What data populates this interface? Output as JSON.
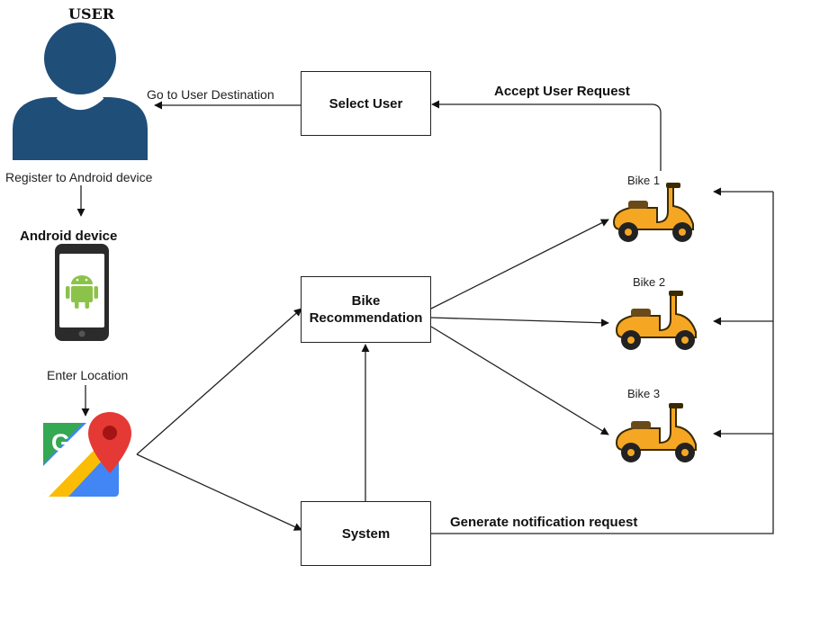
{
  "user": {
    "title": "USER",
    "icon": "user-avatar-icon",
    "color": "#1f4e79"
  },
  "labels": {
    "go_to_destination": "Go to User Destination",
    "register": "Register to Android device",
    "android_device": "Android device",
    "enter_location": "Enter Location",
    "accept_request": "Accept User Request",
    "generate_notification": "Generate notification request"
  },
  "boxes": {
    "select_user": "Select User",
    "bike_recommendation_line1": "Bike",
    "bike_recommendation_line2": "Recommendation",
    "system": "System"
  },
  "bikes": [
    {
      "label": "Bike 1",
      "icon": "scooter-icon"
    },
    {
      "label": "Bike 2",
      "icon": "scooter-icon"
    },
    {
      "label": "Bike 3",
      "icon": "scooter-icon"
    }
  ],
  "icons": {
    "phone": "android-phone-icon",
    "maps": "google-maps-icon"
  },
  "colors": {
    "scooter_body": "#f5a623",
    "android_green": "#8bc34a",
    "maps_red": "#e53935",
    "maps_blue": "#4285f4",
    "maps_green": "#34a853",
    "maps_yellow": "#fbbc05"
  }
}
